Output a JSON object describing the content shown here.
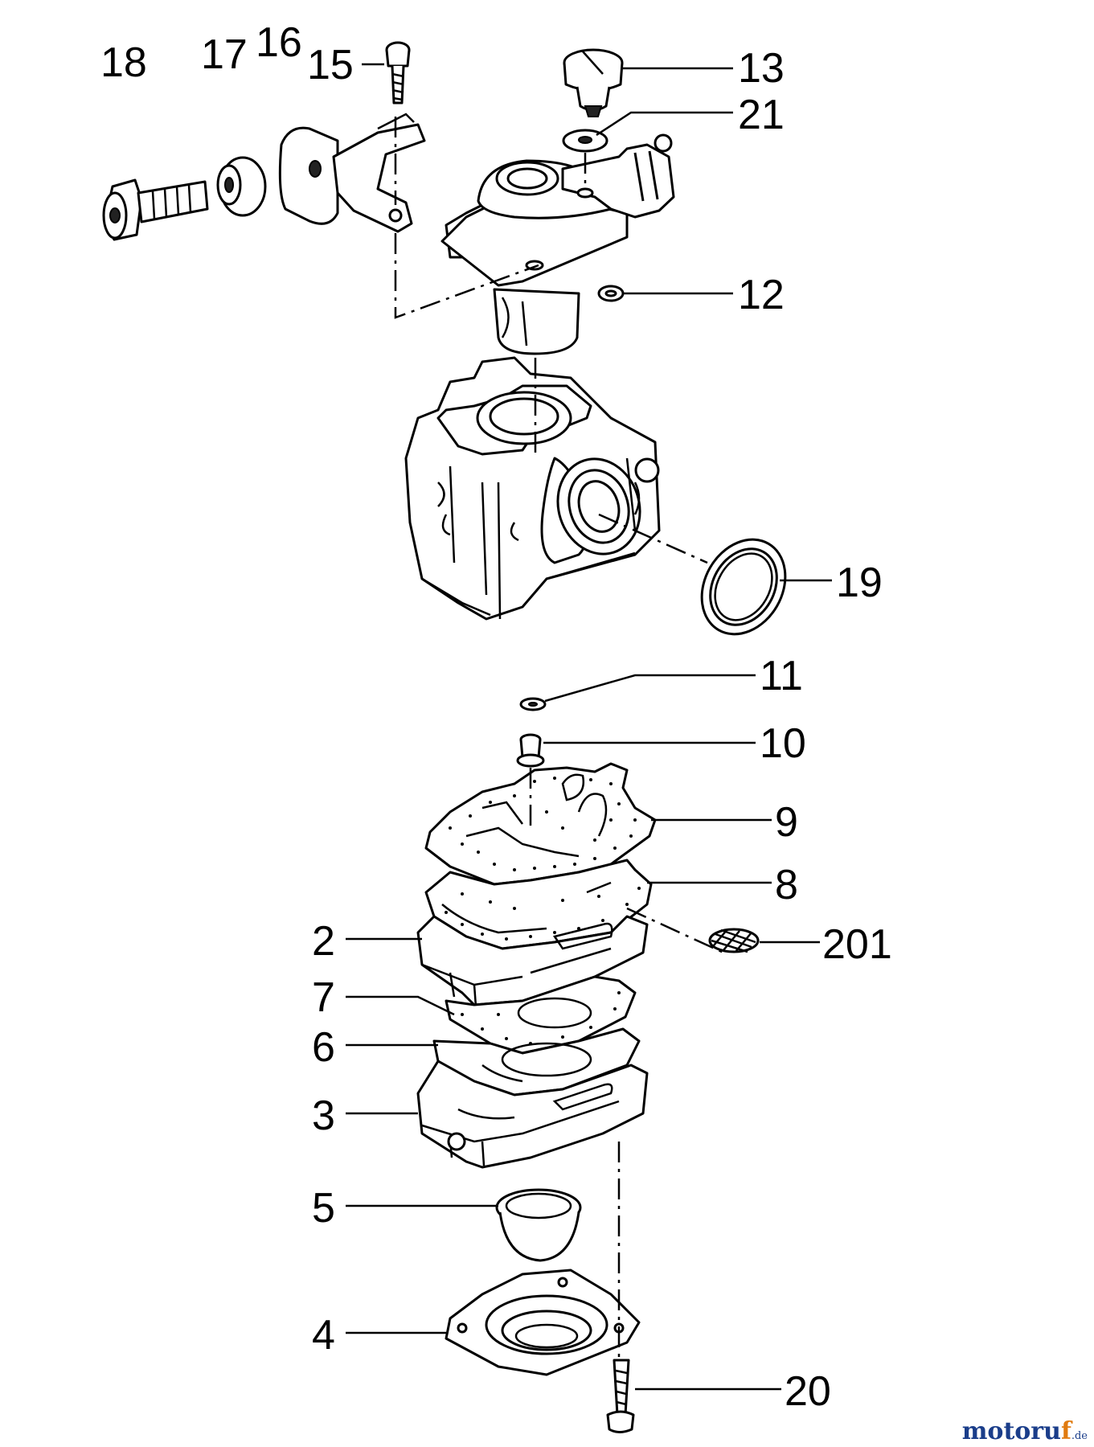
{
  "callouts": {
    "c18": "18",
    "c17": "17",
    "c16": "16",
    "c15": "15",
    "c13": "13",
    "c21": "21",
    "c12": "12",
    "c19": "19",
    "c11": "11",
    "c10": "10",
    "c9": "9",
    "c8": "8",
    "c2": "2",
    "c201": "201",
    "c7": "7",
    "c6": "6",
    "c3": "3",
    "c5": "5",
    "c4": "4",
    "c20": "20"
  },
  "watermark": {
    "main": "motoru",
    "accent": "f",
    "tld": ".de"
  }
}
